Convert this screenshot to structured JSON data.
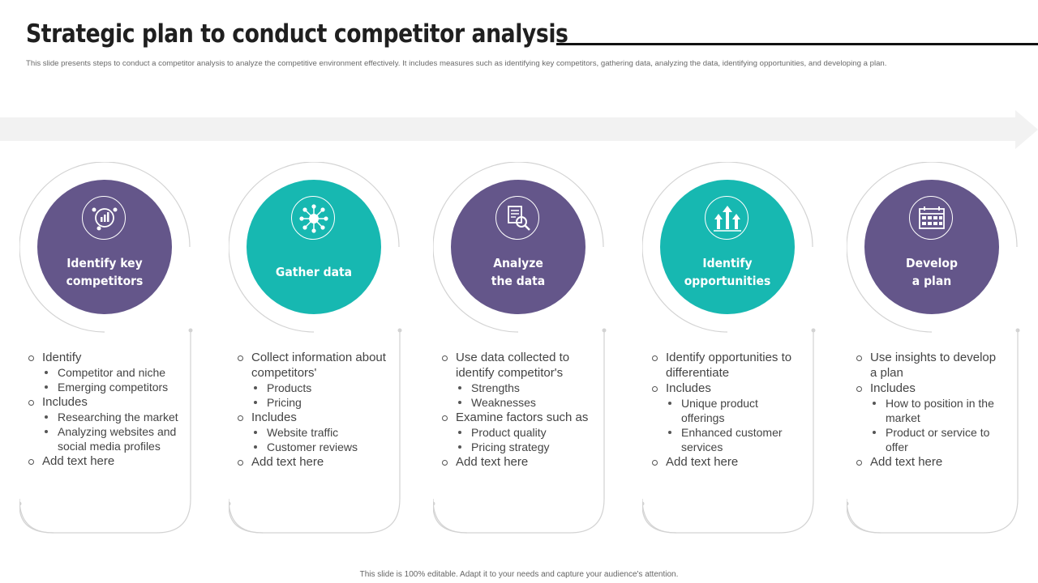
{
  "page": {
    "title": "Strategic plan to conduct competitor analysis",
    "subtitle": "This slide presents steps to conduct a competitor analysis to analyze the competitive environment effectively. It includes measures such as identifying key competitors, gathering data, analyzing the data, identifying opportunities, and developing a plan.",
    "footer": "This slide is 100% editable. Adapt it to your needs and capture your audience's attention."
  },
  "colors": {
    "purple": "#64568a",
    "teal": "#17b8b1",
    "outline": "#d3d3d3",
    "arrow": "#f2f2f2"
  },
  "steps": [
    {
      "label": "Identify key\ncompetitors",
      "icon": "bar-chart-people-icon",
      "color": "purple",
      "items": [
        {
          "text": "Identify",
          "subs": [
            "Competitor and niche",
            "Emerging competitors"
          ]
        },
        {
          "text": "Includes",
          "subs": [
            "Researching the market",
            "Analyzing websites and social media profiles"
          ]
        },
        {
          "text": "Add text here",
          "subs": []
        }
      ]
    },
    {
      "label": "Gather data",
      "icon": "network-hub-icon",
      "color": "teal",
      "items": [
        {
          "text": "Collect information about competitors'",
          "subs": [
            "Products",
            "Pricing"
          ]
        },
        {
          "text": "Includes",
          "subs": [
            "Website traffic",
            "Customer reviews"
          ]
        },
        {
          "text": "Add text here",
          "subs": []
        }
      ]
    },
    {
      "label": "Analyze\nthe data",
      "icon": "document-magnifier-icon",
      "color": "purple",
      "items": [
        {
          "text": "Use data collected to identify competitor's",
          "subs": [
            "Strengths",
            "Weaknesses"
          ]
        },
        {
          "text": "Examine factors such as",
          "subs": [
            "Product quality",
            "Pricing strategy"
          ]
        },
        {
          "text": "Add text here",
          "subs": []
        }
      ]
    },
    {
      "label": "Identify\nopportunities",
      "icon": "growth-arrows-icon",
      "color": "teal",
      "items": [
        {
          "text": "Identify opportunities to differentiate",
          "subs": []
        },
        {
          "text": "Includes",
          "subs": [
            "Unique product offerings",
            "Enhanced customer services"
          ]
        },
        {
          "text": "Add text here",
          "subs": []
        }
      ]
    },
    {
      "label": "Develop\na plan",
      "icon": "calendar-grid-icon",
      "color": "purple",
      "items": [
        {
          "text": "Use insights to develop a plan",
          "subs": []
        },
        {
          "text": "Includes",
          "subs": [
            "How to position in the market",
            "Product or service to offer"
          ]
        },
        {
          "text": "Add text here",
          "subs": []
        }
      ]
    }
  ]
}
